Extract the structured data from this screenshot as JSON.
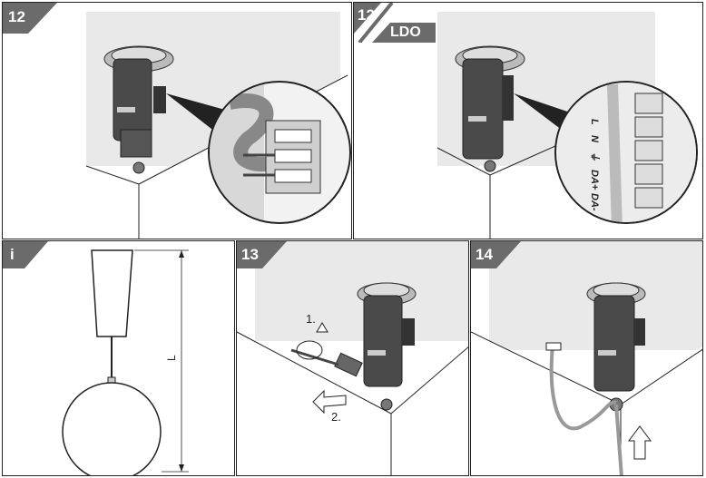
{
  "panels": [
    {
      "step": "12",
      "sub": ""
    },
    {
      "step": "12",
      "sub": "LDO"
    },
    {
      "step": "i",
      "sub": ""
    },
    {
      "step": "13",
      "sub": ""
    },
    {
      "step": "14",
      "sub": ""
    }
  ],
  "terminal_labels": [
    "L",
    "N",
    "⏚",
    "DA+",
    "DA-"
  ],
  "dimension_label": "L",
  "motion_labels": [
    "1.",
    "2."
  ],
  "colors": {
    "badge": "#6b6b6b",
    "wall": "#e9e9e9",
    "line": "#222222",
    "device": "#4a4a4a"
  }
}
